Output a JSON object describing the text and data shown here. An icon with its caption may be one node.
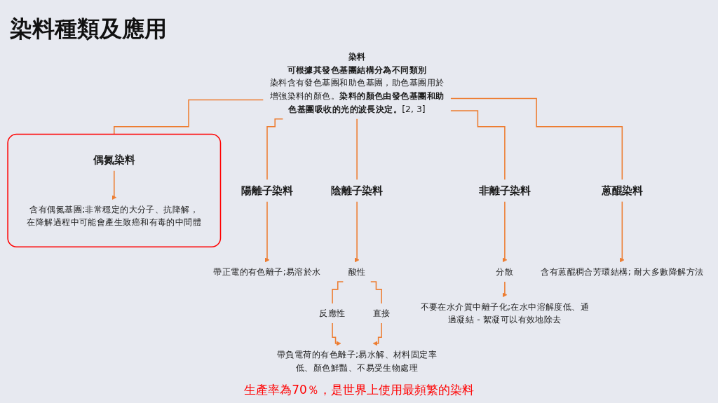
{
  "diagram": {
    "title": "染料種類及應用",
    "nodes": [
      {
        "text": [
          "染料",
          "可根據其發色基團結構分為不同類別",
          "染料含有發色基團和助色基團，助色基團用於增強染料的顏色。**染料的顏色由發色基團和助色基團吸收的光的波長決定。**[2, 3]"
        ]
      },
      {
        "text": [
          "陽離子染料"
        ]
      },
      {
        "text": [
          "陰離子染料"
        ]
      },
      {
        "text": [
          "非離子染料"
        ]
      },
      {
        "text": [],
        "shape": "box"
      },
      {
        "text": [
          "偶氮染料"
        ],
        "in": 4
      },
      {
        "text": [
          "蒽醌染料"
        ]
      },
      {
        "text": [
          "帶正電的有色離子;易溶於水"
        ]
      },
      {
        "text": [
          "酸性"
        ]
      },
      {
        "text": [
          "分散"
        ]
      },
      {
        "text": [
          "含有偶氮基團;非常穩定的大分子、抗降解，在降解過程中可能會產生致癌和有毒的中間體"
        ],
        "in": 4
      },
      {
        "text": [
          "含有蒽醌稠合芳環結構; 耐大多數降解方法"
        ]
      },
      {
        "text": [
          "反應性"
        ]
      },
      {
        "text": [
          "直接"
        ]
      },
      {
        "text": [
          "不要在水介質中離子化;在水中溶解度低、通過凝結 - 絮凝可以有效地除去"
        ]
      },
      {
        "text": [
          "帶負電荷的有色離子;易水解、材料固定率低、顏色鮮豔、不易受生物處理"
        ]
      }
    ],
    "edges": [
      {
        "from": 0,
        "to": 1,
        "arrow": "none"
      },
      {
        "from": 0,
        "to": 2,
        "arrow": "none"
      },
      {
        "from": 0,
        "to": 3,
        "arrow": "none"
      },
      {
        "from": 0,
        "to": 4,
        "arrow": "none"
      },
      {
        "from": 0,
        "to": 6,
        "arrow": "none"
      },
      {
        "from": 1,
        "to": 7,
        "arrow": "to"
      },
      {
        "from": 2,
        "to": 8,
        "arrow": "to"
      },
      {
        "from": 3,
        "to": 9,
        "arrow": "to"
      },
      {
        "from": 5,
        "to": 10,
        "arrow": "to"
      },
      {
        "from": 6,
        "to": 11,
        "arrow": "to"
      },
      {
        "from": 8,
        "to": 12,
        "arrow": "none"
      },
      {
        "from": 8,
        "to": 13,
        "arrow": "none"
      },
      {
        "from": 12,
        "to": 15,
        "arrow": "to"
      },
      {
        "from": 13,
        "to": 15,
        "arrow": "to"
      },
      {
        "from": 9,
        "to": 14,
        "arrow": "to"
      }
    ],
    "labels": [
      "生產率為70％，是世界上使用最頻繁的染料"
    ]
  }
}
